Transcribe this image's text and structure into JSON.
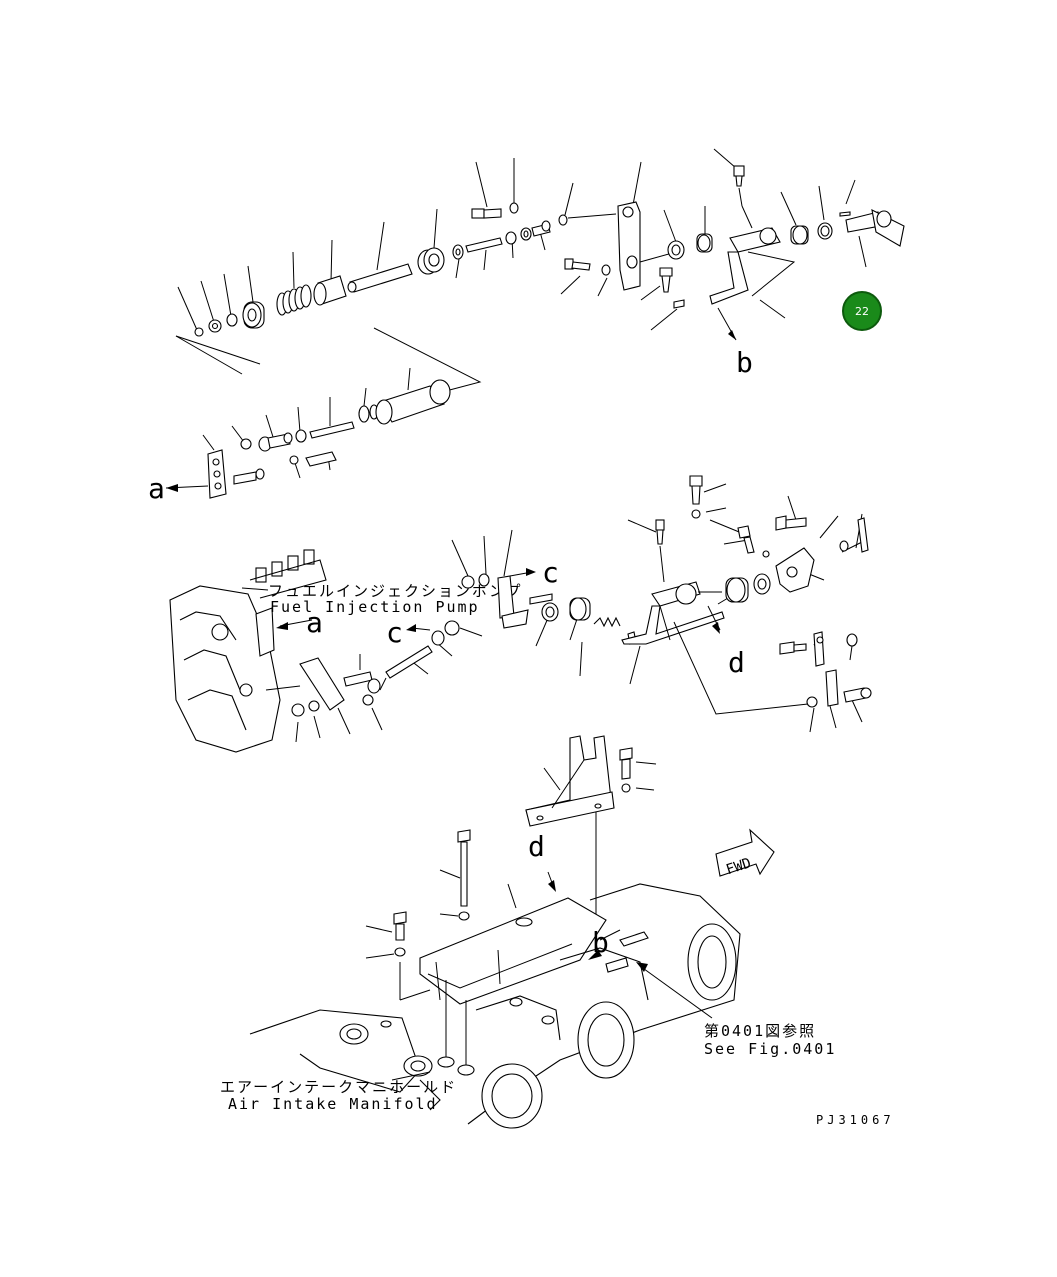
{
  "diagram": {
    "drawing_code": "PJ31067",
    "badge": {
      "number": "22",
      "color": "#1a8a1a"
    },
    "reference_letters": {
      "a_top": "a",
      "a_pump": "a",
      "b_top": "b",
      "b_bottom": "b",
      "c_upper": "c",
      "c_lower": "c",
      "d_mid": "d",
      "d_bottom": "d"
    },
    "labels": {
      "fuel_pump_jp": "フュエルインジェクションポンプ",
      "fuel_pump_en": "Fuel Injection Pump",
      "air_manifold_jp": "エアーインテークマニホールド",
      "air_manifold_en": "Air Intake Manifold",
      "see_fig_jp": "第0401図参照",
      "see_fig_en": "See Fig.0401",
      "fwd": "FWD"
    }
  }
}
